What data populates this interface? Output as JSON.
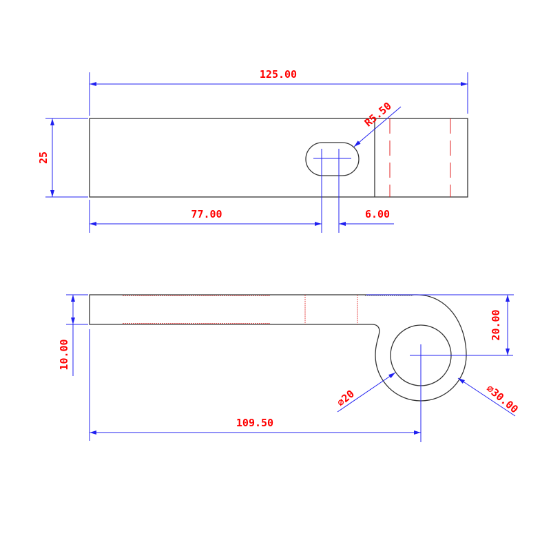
{
  "top_view": {
    "overall_length": "125.00",
    "height": "25",
    "slot_radius": "R5.50",
    "slot_position": "77.00",
    "slot_length": "6.00"
  },
  "front_view": {
    "bar_thickness": "10.00",
    "eye_offset": "20.00",
    "eye_center_distance": "109.50",
    "inner_diameter": "⌀20",
    "outer_diameter": "⌀30.00"
  },
  "colors": {
    "outline": "#333333",
    "dimension": "#2020f0",
    "text": "#ff0000",
    "hidden": "#e02020"
  }
}
